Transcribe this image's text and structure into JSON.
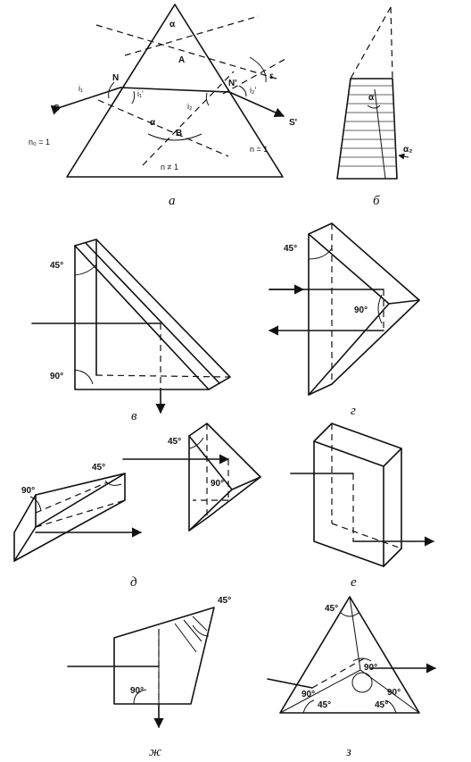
{
  "panels": {
    "a": {
      "caption": "a",
      "apex_angle": "α",
      "point_A": "A",
      "point_B": "B",
      "point_N_left": "N",
      "point_N_right": "N'",
      "ray_in": "S",
      "ray_out": "S'",
      "angle_i1": "i₁",
      "angle_i1p": "i₁'",
      "angle_i2": "i₂",
      "angle_i2p": "i₂'",
      "deviation": "ε",
      "bottom_alpha": "α",
      "n_outside_left": "n₀ = 1",
      "n_inside": "n ≠ 1",
      "n_outside_right": "n = 1"
    },
    "b": {
      "caption": "б",
      "alpha": "α",
      "alpha2": "α₂"
    },
    "v": {
      "caption": "в",
      "angle_top": "45°",
      "angle_bottom": "90°"
    },
    "g": {
      "caption": "г",
      "angle_top": "45°",
      "angle_mid": "90°"
    },
    "d": {
      "caption": "д",
      "angle_left": "90°",
      "angle_mid": "45°",
      "angle_right_top": "45°",
      "angle_right_mid": "90°"
    },
    "e": {
      "caption": "е"
    },
    "zh": {
      "caption": "ж",
      "angle_top": "45°",
      "angle_bottom": "90°"
    },
    "z": {
      "caption": "з",
      "angle_top": "45°",
      "angle_inner": "90°",
      "angle_left": "90°",
      "angle_right": "90°",
      "angle_bl": "45°",
      "angle_br": "45°"
    }
  }
}
